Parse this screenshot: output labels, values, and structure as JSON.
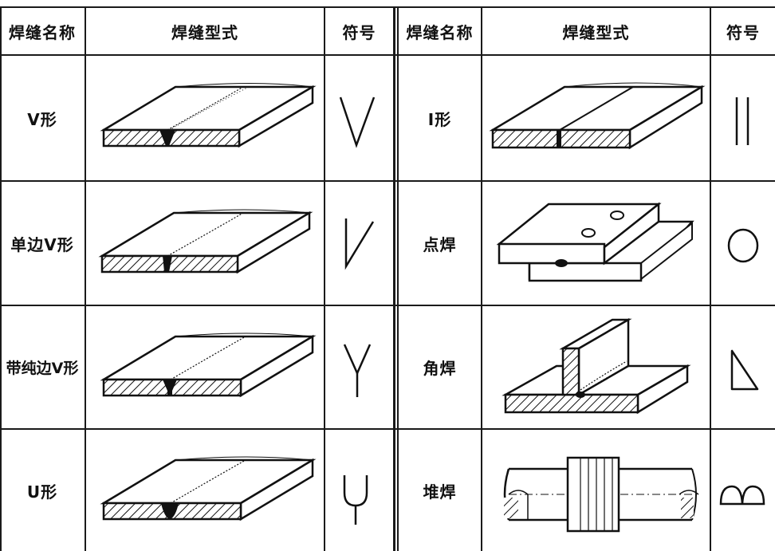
{
  "table": {
    "headers": {
      "left_name": "焊缝名称",
      "left_form": "焊缝型式",
      "left_symbol": "符号",
      "right_name": "焊缝名称",
      "right_form": "焊缝型式",
      "right_symbol": "符号"
    },
    "left_rows": [
      {
        "name": "V形",
        "symbol_icon": "v-groove-symbol-icon",
        "figure_icon": "v-groove-weld-icon"
      },
      {
        "name": "单边V形",
        "symbol_icon": "single-bevel-symbol-icon",
        "figure_icon": "single-bevel-weld-icon"
      },
      {
        "name": "带纯边V形",
        "symbol_icon": "v-with-root-face-symbol-icon",
        "figure_icon": "v-root-face-weld-icon"
      },
      {
        "name": "U形",
        "symbol_icon": "u-groove-symbol-icon",
        "figure_icon": "u-groove-weld-icon"
      }
    ],
    "right_rows": [
      {
        "name": "I形",
        "symbol_icon": "square-groove-symbol-icon",
        "figure_icon": "square-groove-weld-icon"
      },
      {
        "name": "点焊",
        "symbol_icon": "spot-weld-symbol-icon",
        "figure_icon": "spot-weld-icon"
      },
      {
        "name": "角焊",
        "symbol_icon": "fillet-weld-symbol-icon",
        "figure_icon": "fillet-weld-icon"
      },
      {
        "name": "堆焊",
        "symbol_icon": "surfacing-weld-symbol-icon",
        "figure_icon": "surfacing-weld-icon"
      }
    ]
  }
}
